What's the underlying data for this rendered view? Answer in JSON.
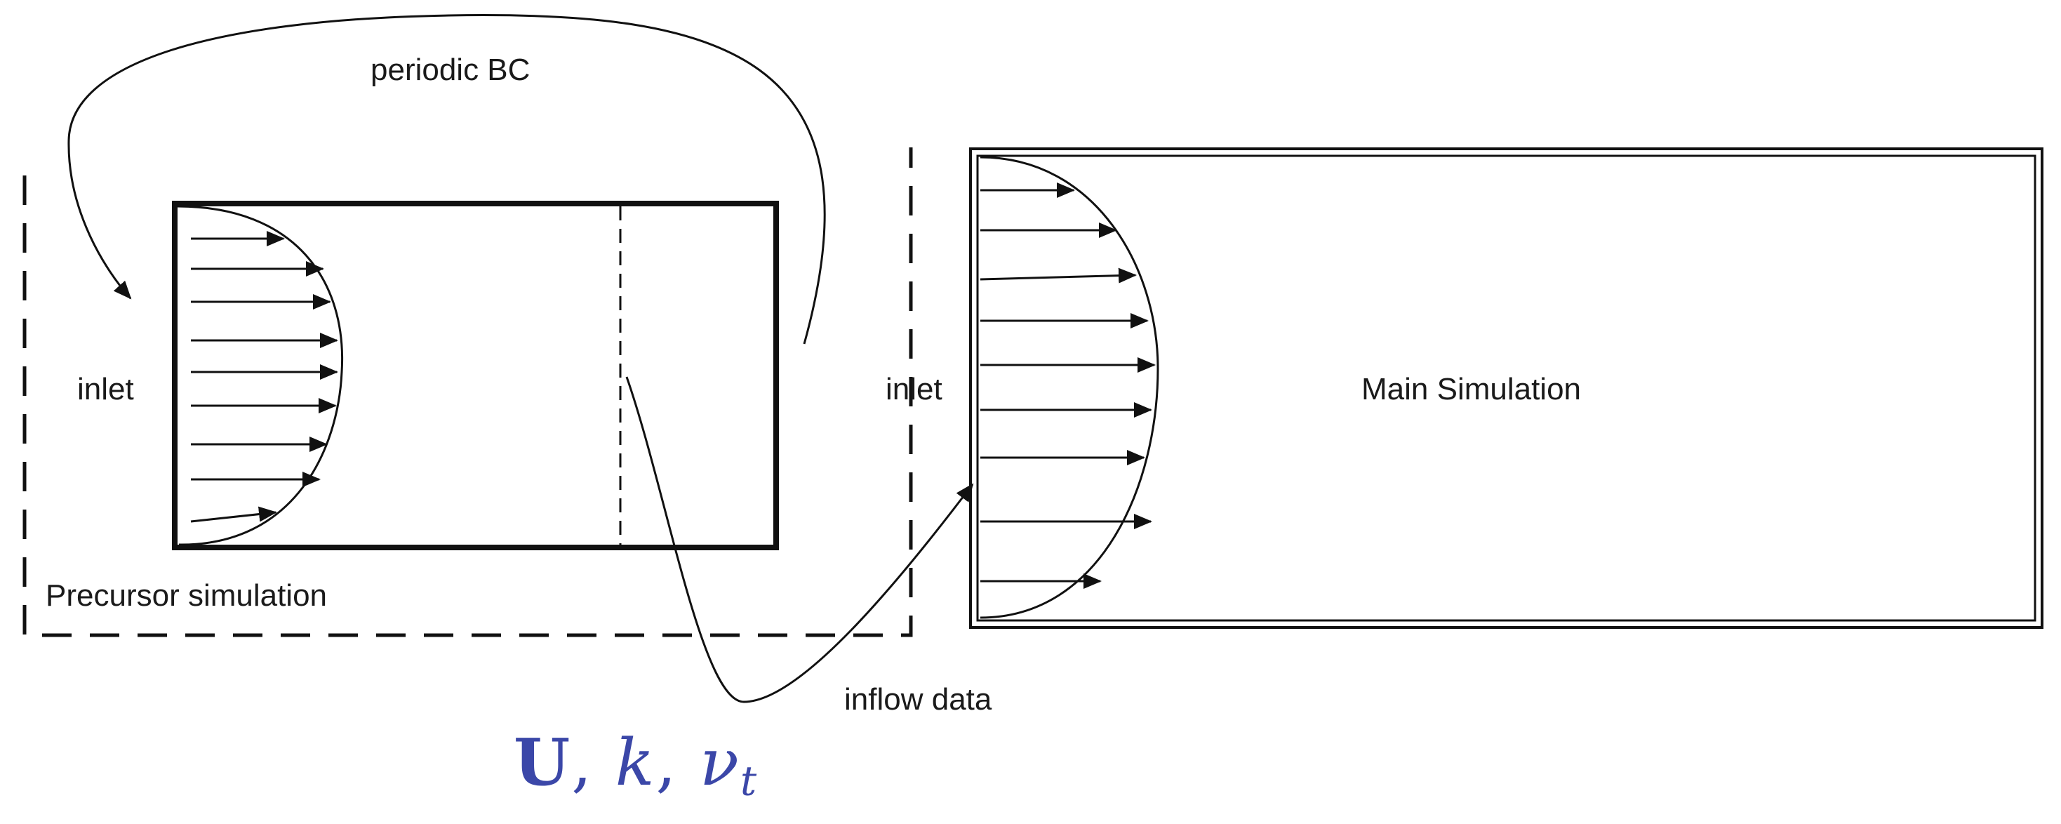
{
  "labels": {
    "periodic_bc": "periodic BC",
    "inlet_precursor": "inlet",
    "precursor_simulation": "Precursor simulation",
    "inlet_main": "inlet",
    "main_simulation": "Main Simulation",
    "inflow_data": "inflow data"
  },
  "variables": {
    "velocity": "U",
    "sep1": ", ",
    "tke": "k",
    "sep2": ", ",
    "nu": "ν",
    "nu_sub": "t"
  },
  "colors": {
    "line": "#111111",
    "math": "#3b47a8"
  }
}
